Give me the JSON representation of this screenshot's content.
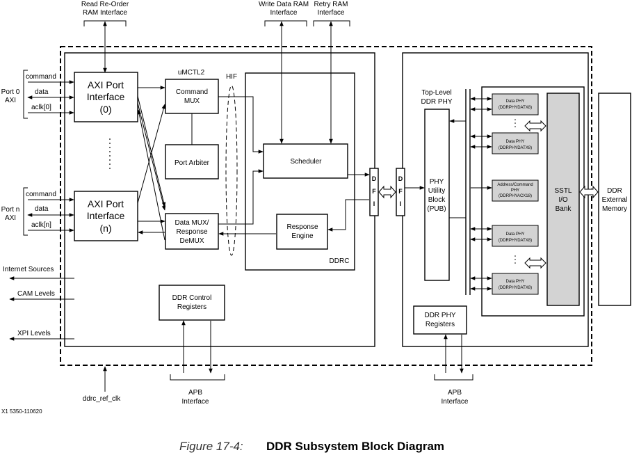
{
  "top_labels": {
    "read_reorder": [
      "Read Re-Order",
      "RAM Interface"
    ],
    "write_data": [
      "Write Data RAM",
      "Interface"
    ],
    "retry": [
      "Retry RAM",
      "Interface"
    ]
  },
  "left": {
    "port0": [
      "Port 0",
      "AXI"
    ],
    "portn": [
      "Port n",
      "AXI"
    ],
    "port0_signals": [
      "command",
      "data",
      "aclk[0]"
    ],
    "portn_signals": [
      "command",
      "data",
      "aclk[n]"
    ],
    "internet_sources": "Internet Sources",
    "cam_levels": "CAM Levels",
    "xpi_levels": "XPI Levels"
  },
  "blocks": {
    "axi0": [
      "AXI Port",
      "Interface",
      "(0)"
    ],
    "axin": [
      "AXI Port",
      "Interface",
      "(n)"
    ],
    "umctl2": "uMCTL2",
    "hif": "HIF",
    "command_mux": [
      "Command",
      "MUX"
    ],
    "port_arbiter": "Port Arbiter",
    "data_mux": [
      "Data MUX/",
      "Response",
      "DeMUX"
    ],
    "scheduler": "Scheduler",
    "response_engine": [
      "Response",
      "Engine"
    ],
    "ddrc": "DDRC",
    "ddr_control_registers": [
      "DDR Control",
      "Registers"
    ],
    "dfi": [
      "D",
      "F",
      "I"
    ],
    "top_level_phy": [
      "Top-Level",
      "DDR PHY"
    ],
    "pub": [
      "PHY",
      "Utility",
      "Block",
      "(PUB)"
    ],
    "ddr_phy_registers": [
      "DDR PHY",
      "Registers"
    ],
    "sstl": [
      "SSTL",
      "I/O",
      "Bank"
    ],
    "ddr_external_memory": [
      "DDR",
      "External",
      "Memory"
    ],
    "phy_slices": [
      [
        "Data PHY",
        "(DDRPHYDATX8)"
      ],
      [
        "Data PHY",
        "(DDRPHYDATX8)"
      ],
      [
        "Address/Command",
        "PHY",
        "(DDRPHYACX18)"
      ],
      [
        "Data PHY",
        "(DDRPHYDATX8)"
      ],
      [
        "Data PHY",
        "(DDRPHYDATX8)"
      ]
    ]
  },
  "bottom": {
    "ddrc_ref_clk": "ddrc_ref_clk",
    "apb_left": [
      "APB",
      "Interface"
    ],
    "apb_right": [
      "APB",
      "Interface"
    ],
    "figure_id": "X1 5350-110620"
  },
  "caption": {
    "figure_number": "Figure 17-4:",
    "title": "DDR Subsystem Block Diagram"
  },
  "colors": {
    "phy_slice_fill": "#d3d3d3",
    "sstl_fill": "#d3d3d3",
    "line": "#000000"
  }
}
